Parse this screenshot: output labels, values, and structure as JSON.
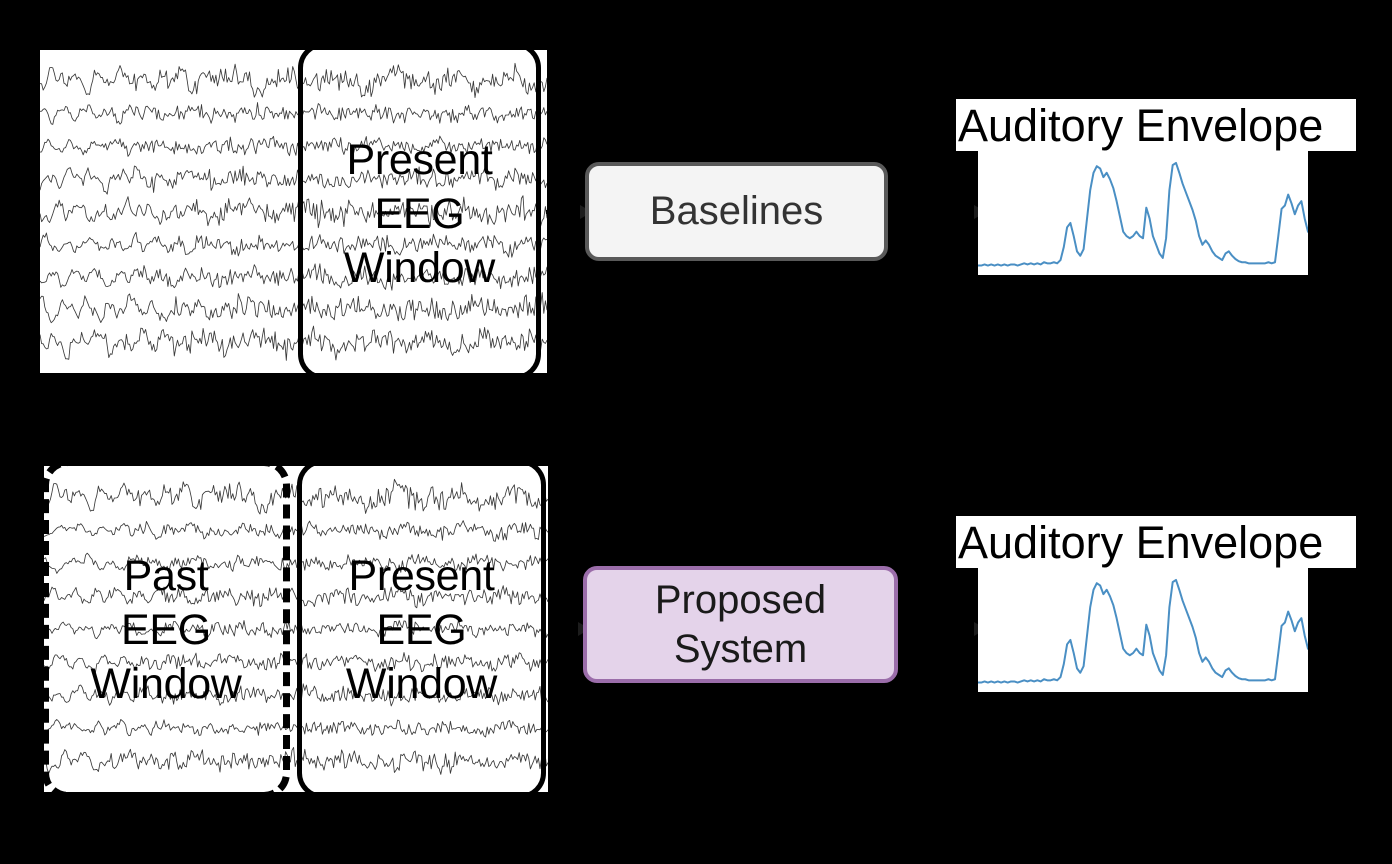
{
  "figure": {
    "background_color": "#000000",
    "rows": [
      {
        "id": "row-baselines",
        "eeg": {
          "windows": [
            {
              "id": "present-top",
              "label": "Present\nEEG\nWindow",
              "border_style": "solid",
              "border_color": "#000000"
            }
          ]
        },
        "process": {
          "label": "Baselines",
          "fill": "#f4f4f4",
          "border_color": "#595959",
          "text_color": "#333333"
        },
        "output": {
          "title": "Auditory Envelope",
          "line_color": "#4a8fc4",
          "background": "#ffffff"
        }
      },
      {
        "id": "row-proposed",
        "eeg": {
          "windows": [
            {
              "id": "past-bottom",
              "label": "Past\nEEG\nWindow",
              "border_style": "dashed",
              "border_color": "#000000"
            },
            {
              "id": "present-bottom",
              "label": "Present\nEEG\nWindow",
              "border_style": "solid",
              "border_color": "#000000"
            }
          ]
        },
        "process": {
          "label": "Proposed\nSystem",
          "fill": "#e4d3ea",
          "border_color": "#9b6daa",
          "text_color": "#1a1a1a"
        },
        "output": {
          "title": "Auditory Envelope",
          "line_color": "#4a8fc4",
          "background": "#ffffff"
        }
      }
    ],
    "arrows": [
      {
        "id": "eeg-to-baselines",
        "from": "eeg-top",
        "to": "baselines-box"
      },
      {
        "id": "baselines-to-envelope",
        "from": "baselines-box",
        "to": "envelope-top"
      },
      {
        "id": "eeg-to-proposed",
        "from": "eeg-bottom",
        "to": "proposed-box"
      },
      {
        "id": "proposed-to-envelope",
        "from": "proposed-box",
        "to": "envelope-bottom"
      }
    ]
  },
  "chart_data": [
    {
      "type": "line",
      "id": "auditory-envelope-top",
      "title": "Auditory Envelope",
      "xlabel": "",
      "ylabel": "",
      "grid": false,
      "legend": "none",
      "line_color": "#4a8fc4",
      "xlim": [
        0,
        100
      ],
      "ylim": [
        0,
        1
      ],
      "x": [
        0,
        1,
        2,
        3,
        4,
        5,
        6,
        7,
        8,
        9,
        10,
        11,
        12,
        13,
        14,
        15,
        16,
        17,
        18,
        19,
        20,
        21,
        22,
        23,
        24,
        25,
        26,
        27,
        28,
        29,
        30,
        31,
        32,
        33,
        34,
        35,
        36,
        37,
        38,
        39,
        40,
        41,
        42,
        43,
        44,
        45,
        46,
        47,
        48,
        49,
        50,
        51,
        52,
        53,
        54,
        55,
        56,
        57,
        58,
        59,
        60,
        61,
        62,
        63,
        64,
        65,
        66,
        67,
        68,
        69,
        70,
        71,
        72,
        73,
        74,
        75,
        76,
        77,
        78,
        79,
        80,
        81,
        82,
        83,
        84,
        85,
        86,
        87,
        88,
        89,
        90,
        91,
        92,
        93,
        94,
        95,
        96,
        97,
        98,
        99,
        100
      ],
      "y": [
        0.03,
        0.03,
        0.04,
        0.03,
        0.04,
        0.03,
        0.04,
        0.03,
        0.04,
        0.03,
        0.04,
        0.04,
        0.03,
        0.04,
        0.05,
        0.04,
        0.05,
        0.04,
        0.05,
        0.04,
        0.06,
        0.05,
        0.05,
        0.06,
        0.05,
        0.08,
        0.2,
        0.38,
        0.42,
        0.3,
        0.16,
        0.12,
        0.18,
        0.45,
        0.72,
        0.88,
        0.94,
        0.92,
        0.84,
        0.88,
        0.82,
        0.74,
        0.62,
        0.48,
        0.34,
        0.3,
        0.28,
        0.3,
        0.34,
        0.3,
        0.28,
        0.56,
        0.46,
        0.3,
        0.22,
        0.14,
        0.1,
        0.28,
        0.72,
        0.95,
        0.97,
        0.88,
        0.78,
        0.7,
        0.62,
        0.54,
        0.44,
        0.3,
        0.22,
        0.26,
        0.22,
        0.16,
        0.12,
        0.1,
        0.08,
        0.14,
        0.16,
        0.12,
        0.09,
        0.07,
        0.06,
        0.06,
        0.05,
        0.05,
        0.05,
        0.05,
        0.05,
        0.05,
        0.06,
        0.05,
        0.06,
        0.3,
        0.55,
        0.58,
        0.68,
        0.6,
        0.5,
        0.58,
        0.62,
        0.46,
        0.34
      ]
    },
    {
      "type": "line",
      "id": "auditory-envelope-bottom",
      "title": "Auditory Envelope",
      "xlabel": "",
      "ylabel": "",
      "grid": false,
      "legend": "none",
      "line_color": "#4a8fc4",
      "xlim": [
        0,
        100
      ],
      "ylim": [
        0,
        1
      ],
      "x": [
        0,
        1,
        2,
        3,
        4,
        5,
        6,
        7,
        8,
        9,
        10,
        11,
        12,
        13,
        14,
        15,
        16,
        17,
        18,
        19,
        20,
        21,
        22,
        23,
        24,
        25,
        26,
        27,
        28,
        29,
        30,
        31,
        32,
        33,
        34,
        35,
        36,
        37,
        38,
        39,
        40,
        41,
        42,
        43,
        44,
        45,
        46,
        47,
        48,
        49,
        50,
        51,
        52,
        53,
        54,
        55,
        56,
        57,
        58,
        59,
        60,
        61,
        62,
        63,
        64,
        65,
        66,
        67,
        68,
        69,
        70,
        71,
        72,
        73,
        74,
        75,
        76,
        77,
        78,
        79,
        80,
        81,
        82,
        83,
        84,
        85,
        86,
        87,
        88,
        89,
        90,
        91,
        92,
        93,
        94,
        95,
        96,
        97,
        98,
        99,
        100
      ],
      "y": [
        0.03,
        0.03,
        0.04,
        0.03,
        0.04,
        0.03,
        0.04,
        0.03,
        0.04,
        0.03,
        0.04,
        0.04,
        0.03,
        0.04,
        0.05,
        0.04,
        0.05,
        0.04,
        0.05,
        0.04,
        0.06,
        0.05,
        0.05,
        0.06,
        0.05,
        0.08,
        0.2,
        0.38,
        0.42,
        0.3,
        0.16,
        0.12,
        0.18,
        0.45,
        0.72,
        0.88,
        0.94,
        0.92,
        0.84,
        0.88,
        0.82,
        0.74,
        0.62,
        0.48,
        0.34,
        0.3,
        0.28,
        0.3,
        0.34,
        0.3,
        0.28,
        0.56,
        0.46,
        0.3,
        0.22,
        0.14,
        0.1,
        0.28,
        0.72,
        0.95,
        0.97,
        0.88,
        0.78,
        0.7,
        0.62,
        0.54,
        0.44,
        0.3,
        0.22,
        0.26,
        0.22,
        0.16,
        0.12,
        0.1,
        0.08,
        0.14,
        0.16,
        0.12,
        0.09,
        0.07,
        0.06,
        0.06,
        0.05,
        0.05,
        0.05,
        0.05,
        0.05,
        0.05,
        0.06,
        0.05,
        0.06,
        0.3,
        0.55,
        0.58,
        0.68,
        0.6,
        0.5,
        0.58,
        0.62,
        0.46,
        0.34
      ]
    }
  ]
}
